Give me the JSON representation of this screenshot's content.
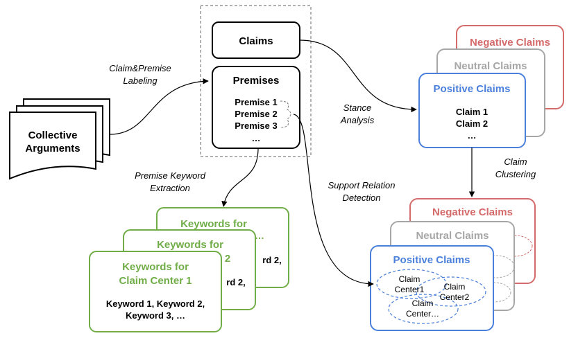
{
  "colors": {
    "black": "#000000",
    "negative": "#d46a6a",
    "neutral": "#a6a6a6",
    "positive": "#4a7fdc",
    "keywords": "#70ad47",
    "dashed_frame": "#808080"
  },
  "source": {
    "line1": "Collective",
    "line2": "Arguments"
  },
  "edges": {
    "labeling_line1": "Claim&Premise",
    "labeling_line2": "Labeling",
    "stance_line1": "Stance",
    "stance_line2": "Analysis",
    "keyword_line1": "Premise Keyword",
    "keyword_line2": "Extraction",
    "support_line1": "Support Relation",
    "support_line2": "Detection",
    "clustering_line1": "Claim",
    "clustering_line2": "Clustering"
  },
  "center": {
    "claims_title": "Claims",
    "premises_title": "Premises",
    "premise_items": [
      "Premise 1",
      "Premise 2",
      "Premise 3",
      "…"
    ]
  },
  "stance_stack": {
    "negative": "Negative Claims",
    "neutral": "Neutral Claims",
    "positive": "Positive Claims",
    "claim_items": [
      "Claim 1",
      "Claim 2",
      "…"
    ]
  },
  "cluster_stack": {
    "negative": "Negative Claims",
    "neutral": "Neutral Claims",
    "positive": "Positive Claims",
    "centers": [
      {
        "line1": "Claim",
        "line2": "Center1"
      },
      {
        "line1": "Claim",
        "line2": "Center2"
      },
      {
        "line1": "Claim",
        "line2": "Center…"
      }
    ]
  },
  "keywords": {
    "back_title": "Keywords for",
    "back_trailing": "…",
    "mid_title": "Keywords for",
    "mid_fragment": "2",
    "mid_body": "rd 2,",
    "back_body": "rd 2,",
    "front_title_line1": "Keywords for",
    "front_title_line2": "Claim Center 1",
    "front_body_line1": "Keyword 1, Keyword 2,",
    "front_body_line2": "Keyword 3, …"
  }
}
